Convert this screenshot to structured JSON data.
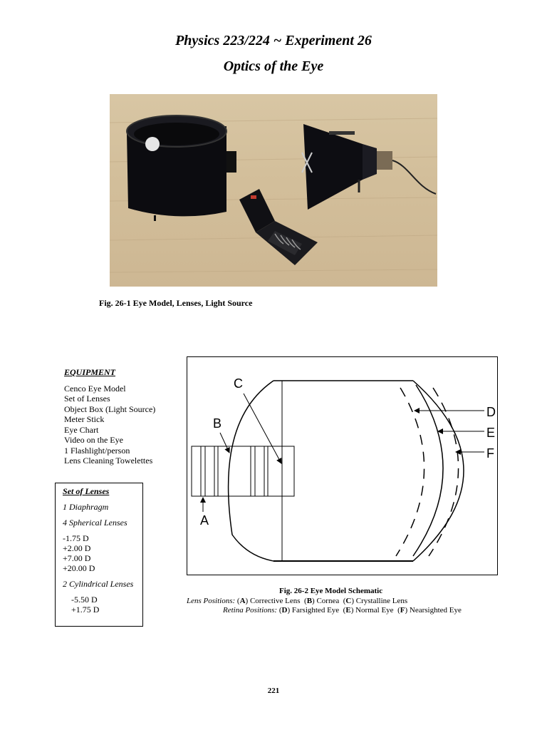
{
  "header": {
    "title": "Physics 223/224 ~ Experiment 26",
    "subtitle": "Optics of the Eye"
  },
  "figure1": {
    "caption": "Fig. 26-1  Eye Model, Lenses, Light Source"
  },
  "equipment": {
    "heading": "EQUIPMENT",
    "items": [
      "Cenco Eye Model",
      "Set of Lenses",
      "Object Box (Light Source)",
      "Meter Stick",
      "Eye Chart",
      "Video on the Eye",
      "1 Flashlight/person",
      "Lens Cleaning Towelettes"
    ]
  },
  "lens_set": {
    "heading": "Set of Lenses",
    "diaphragm": "1 Diaphragm",
    "spherical_heading": "4 Spherical Lenses",
    "spherical": [
      "-1.75 D",
      "+2.00 D",
      "+7.00 D",
      "+20.00 D"
    ],
    "cylindrical_heading": "2 Cylindrical Lenses",
    "cylindrical": [
      "-5.50 D",
      "+1.75 D"
    ]
  },
  "figure2": {
    "labels": {
      "A": "A",
      "B": "B",
      "C": "C",
      "D": "D",
      "E": "E",
      "F": "F"
    },
    "caption_title": "Fig. 26-2   Eye Model Schematic",
    "lens_positions_label": "Lens Positions:",
    "lens_positions": [
      {
        "key": "A",
        "text": "Corrective Lens"
      },
      {
        "key": "B",
        "text": "Cornea"
      },
      {
        "key": "C",
        "text": "Crystalline Lens"
      }
    ],
    "retina_positions_label": "Retina Positions:",
    "retina_positions": [
      {
        "key": "D",
        "text": "Farsighted Eye"
      },
      {
        "key": "E",
        "text": "Normal Eye"
      },
      {
        "key": "F",
        "text": "Nearsighted Eye"
      }
    ]
  },
  "footer": {
    "page_number": "221"
  }
}
